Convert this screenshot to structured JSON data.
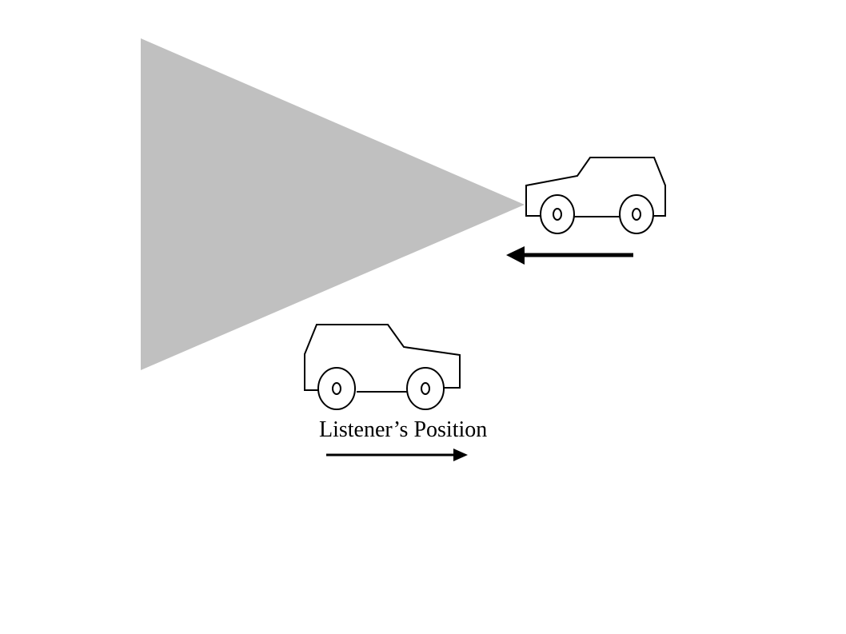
{
  "diagram": {
    "listener_label": "Listener’s Position",
    "colors": {
      "beam": "#c0c0c0",
      "line": "#000000",
      "background": "#ffffff"
    },
    "elements": [
      {
        "name": "sound-cone",
        "kind": "shaded-triangle"
      },
      {
        "name": "source-car",
        "kind": "car",
        "facing": "left"
      },
      {
        "name": "source-direction-arrow",
        "kind": "arrow",
        "direction": "left"
      },
      {
        "name": "listener-car",
        "kind": "car",
        "facing": "right"
      },
      {
        "name": "listener-direction-arrow",
        "kind": "arrow",
        "direction": "right"
      }
    ]
  }
}
